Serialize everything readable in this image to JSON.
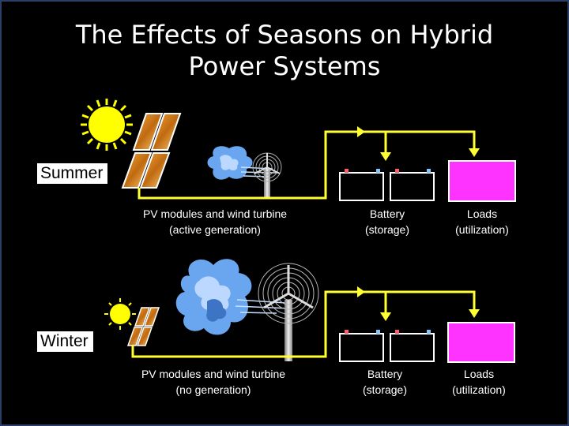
{
  "title_line1": "The Effects of Seasons on Hybrid",
  "title_line2": "Power Systems",
  "summer": {
    "label": "Summer",
    "generation_caption_1": "PV modules and wind turbine",
    "generation_caption_2": "(active generation)",
    "battery_caption_1": "Battery",
    "battery_caption_2": "(storage)",
    "loads_caption_1": "Loads",
    "loads_caption_2": "(utilization)"
  },
  "winter": {
    "label": "Winter",
    "generation_caption_1": "PV modules and wind turbine",
    "generation_caption_2": "(no generation)",
    "battery_caption_1": "Battery",
    "battery_caption_2": "(storage)",
    "loads_caption_1": "Loads",
    "loads_caption_2": "(utilization)"
  },
  "colors": {
    "background": "#000000",
    "wire": "#ffff33",
    "sun": "#ffff00",
    "load": "#ff33ff",
    "battery_pos_terminal": "#ff5a6e",
    "battery_neg_terminal": "#7ec8ff",
    "cloud": "#6aa6f0"
  }
}
